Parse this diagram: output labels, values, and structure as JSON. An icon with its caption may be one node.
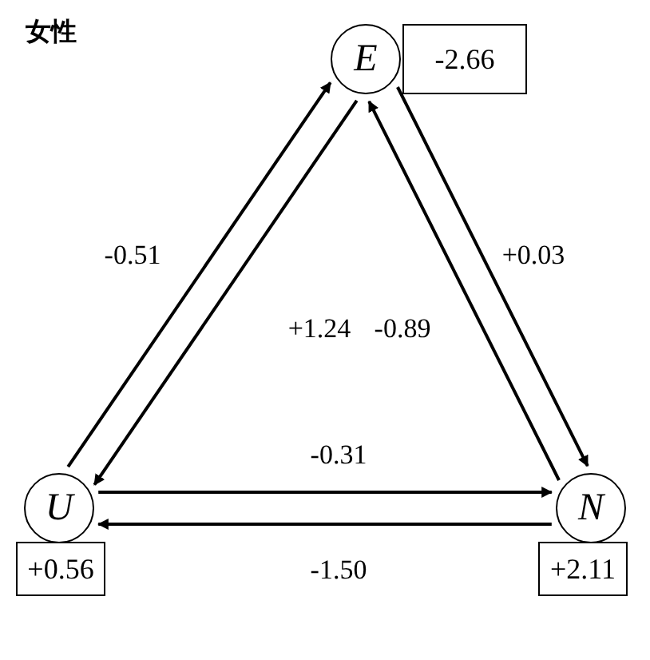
{
  "diagram": {
    "title": "女性",
    "nodes": [
      {
        "text": [
          "E"
        ]
      },
      {
        "text": [
          "-2.66"
        ]
      },
      {
        "text": [
          "U"
        ]
      },
      {
        "text": [
          "+0.56"
        ]
      },
      {
        "text": [
          "N"
        ]
      },
      {
        "text": [
          "+2.11"
        ]
      }
    ],
    "edges": [
      {
        "from": 2,
        "to": 0,
        "arrow": "to",
        "label": "-0.51"
      },
      {
        "from": 0,
        "to": 2,
        "arrow": "to",
        "label": "+1.24"
      },
      {
        "from": 4,
        "to": 0,
        "arrow": "to",
        "label": "-0.89"
      },
      {
        "from": 0,
        "to": 4,
        "arrow": "to",
        "label": "+0.03"
      },
      {
        "from": 2,
        "to": 4,
        "arrow": "to",
        "label": "-0.31"
      },
      {
        "from": 4,
        "to": 2,
        "arrow": "to",
        "label": "-1.50"
      }
    ]
  }
}
